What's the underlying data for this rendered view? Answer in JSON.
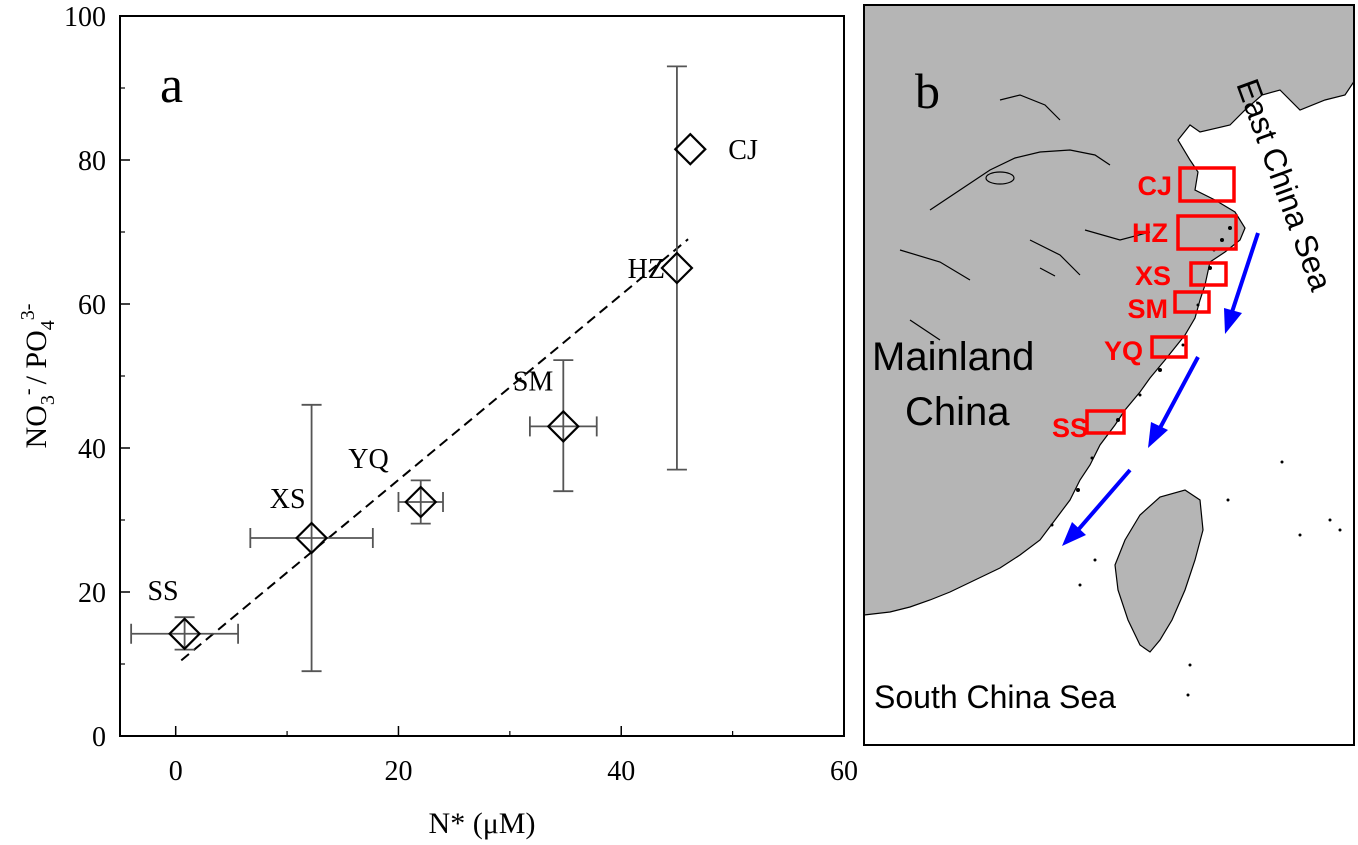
{
  "panel_a": {
    "letter": "a",
    "chart_data": {
      "type": "scatter",
      "xlabel": "N* (μM)",
      "ylabel": {
        "main": "NO",
        "sub1": "3",
        "sup1": "-",
        "mid": "/ PO",
        "sub2": "4",
        "sup2": "3-"
      },
      "xlim": [
        -5,
        60
      ],
      "ylim": [
        0,
        100
      ],
      "xticks": [
        0,
        20,
        40,
        60
      ],
      "yticks": [
        0,
        20,
        40,
        60,
        80,
        100
      ],
      "grid": false,
      "legend": "none",
      "points": [
        {
          "label": "SS",
          "x": 0.8,
          "y": 14.2,
          "xerr": 4.8,
          "yerr_low": 2.2,
          "yerr_high": 2.3
        },
        {
          "label": "XS",
          "x": 12.2,
          "y": 27.5,
          "xerr": 5.5,
          "yerr_low": 18.5,
          "yerr_high": 18.5
        },
        {
          "label": "YQ",
          "x": 22.0,
          "y": 32.5,
          "xerr": 2.0,
          "yerr_low": 3.0,
          "yerr_high": 3.0
        },
        {
          "label": "SM",
          "x": 34.8,
          "y": 43.0,
          "xerr": 3.0,
          "yerr_low": 9.0,
          "yerr_high": 9.2
        },
        {
          "label": "HZ",
          "x": 45.0,
          "y": 65.0,
          "xerr": 0,
          "yerr_low": 28.0,
          "yerr_high": 28.0
        },
        {
          "label": "CJ",
          "x": 46.2,
          "y": 81.5,
          "xerr": 0,
          "yerr_low": 0,
          "yerr_high": 0
        }
      ],
      "fit_line": {
        "style": "dashed",
        "x": [
          0.5,
          46.0
        ],
        "y": [
          10.5,
          69.0
        ]
      }
    }
  },
  "panel_b": {
    "letter": "b",
    "labels": {
      "mainland_line1": "Mainland",
      "mainland_line2": "China",
      "east_sea": "East China Sea",
      "south_sea": "South China Sea"
    },
    "sites": [
      "CJ",
      "HZ",
      "XS",
      "SM",
      "YQ",
      "SS"
    ],
    "colors": {
      "land": "#b5b5b5",
      "sea": "#ffffff",
      "site": "#ff0000",
      "arrow": "#0000ff"
    },
    "current_arrows": "southwest-flowing coastal current (blue arrows)"
  }
}
